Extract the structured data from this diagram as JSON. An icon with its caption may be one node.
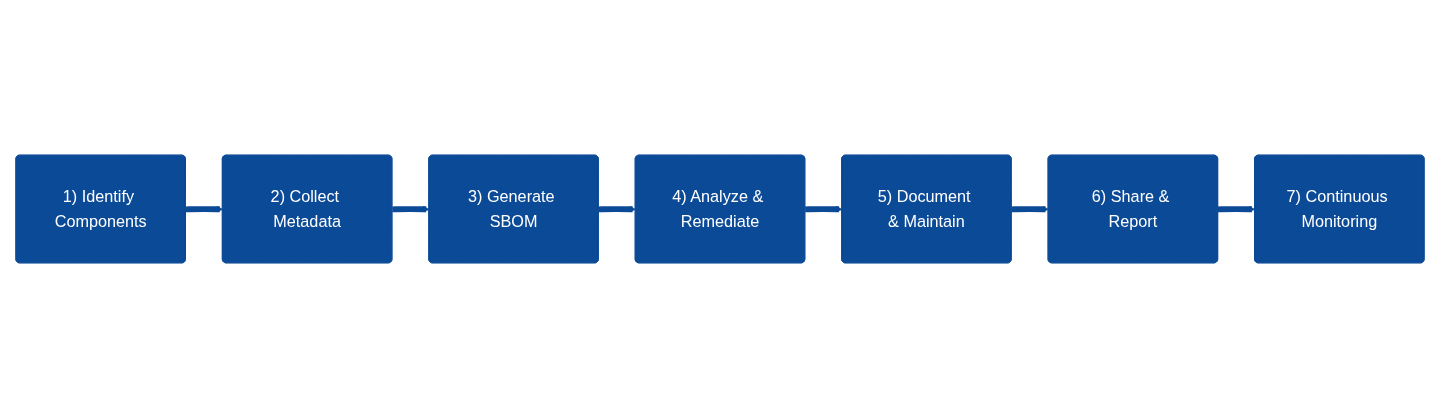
{
  "diagram": {
    "nodes": [
      {
        "text": [
          "1) Identify Components"
        ]
      },
      {
        "text": [
          "2) Collect Metadata"
        ]
      },
      {
        "text": [
          "3) Generate SBOM"
        ]
      },
      {
        "text": [
          "4) Analyze & Remediate"
        ]
      },
      {
        "text": [
          "5) Document & Maintain"
        ]
      },
      {
        "text": [
          "6) Share & Report"
        ]
      },
      {
        "text": [
          "7) Continuous Monitoring"
        ]
      }
    ],
    "edges": [
      {
        "from": 0,
        "to": 1,
        "arrow": "to"
      },
      {
        "from": 1,
        "to": 2,
        "arrow": "to"
      },
      {
        "from": 2,
        "to": 3,
        "arrow": "to"
      },
      {
        "from": 3,
        "to": 4,
        "arrow": "to"
      },
      {
        "from": 4,
        "to": 5,
        "arrow": "to"
      },
      {
        "from": 5,
        "to": 6,
        "arrow": "to"
      }
    ]
  }
}
